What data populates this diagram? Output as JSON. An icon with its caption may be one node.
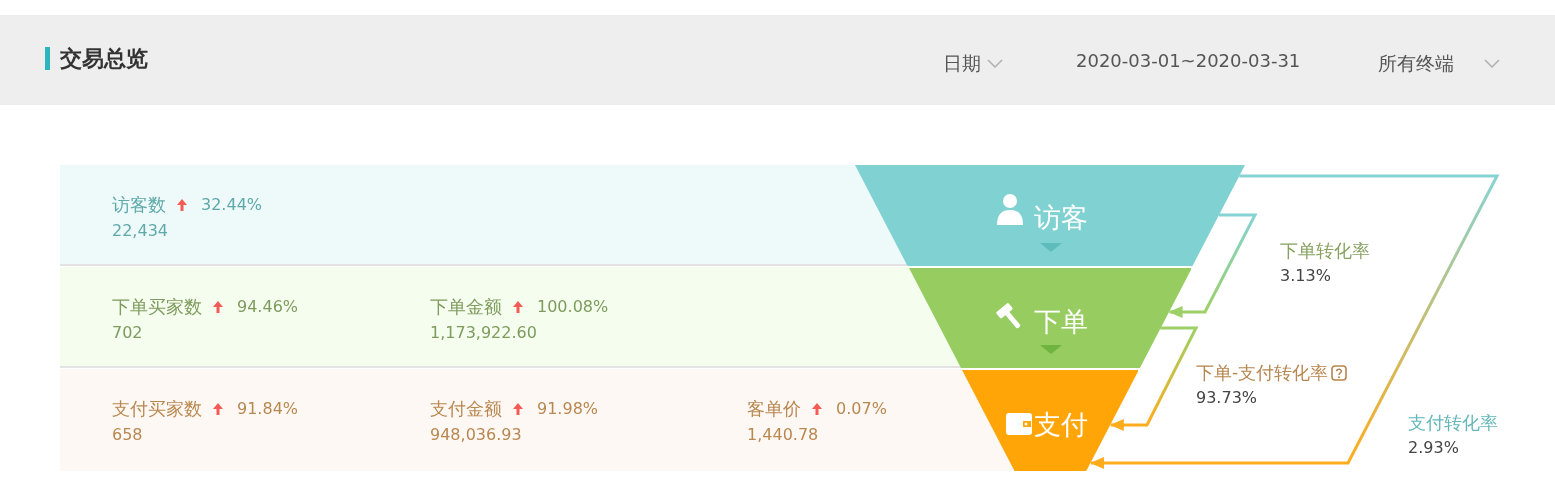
{
  "diagram": {
    "title": "交易总览",
    "nodes": [
      {
        "text": [
          "访客数",
          "32.44%",
          "22,434"
        ]
      },
      {
        "text": [
          "访客"
        ]
      },
      {
        "text": [
          "下单买家数",
          "94.46%",
          "702",
          "下单金额",
          "100.08%",
          "1,173,922.60"
        ]
      },
      {
        "text": [
          "下单"
        ]
      },
      {
        "text": [
          "支付买家数",
          "91.84%",
          "658",
          "支付金额",
          "91.98%",
          "948,036.93",
          "客单价",
          "0.07%",
          "1,440.78"
        ]
      },
      {
        "text": [
          "支付"
        ]
      }
    ],
    "edges": [
      {
        "from": 1,
        "to": 3,
        "arrow": "to",
        "label": "下单转化率 3.13%"
      },
      {
        "from": 3,
        "to": 5,
        "arrow": "to",
        "label": "下单-支付转化率 93.73%"
      },
      {
        "from": 1,
        "to": 5,
        "arrow": "to",
        "label": "支付转化率 2.93%"
      }
    ],
    "labels": [
      "日期",
      "2020-03-01~2020-03-31",
      "所有终端"
    ]
  }
}
